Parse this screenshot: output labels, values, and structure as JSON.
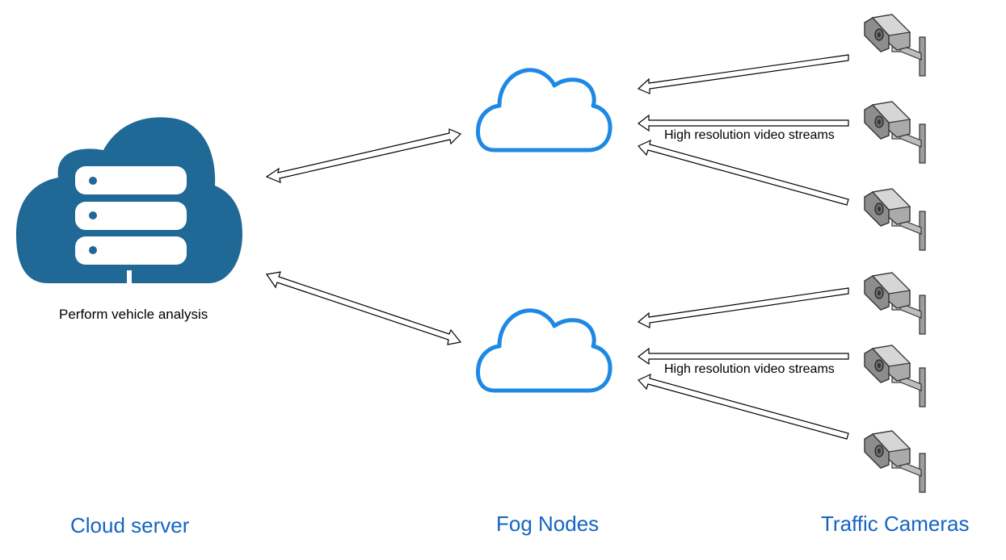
{
  "colors": {
    "server_cloud": "#206896",
    "fog_outline": "#1E88E5",
    "label_blue": "#1565C0",
    "camera_body": "#9e9e9e"
  },
  "icons": {
    "server": "cloud-server-icon",
    "fog": "cloud-outline-icon",
    "camera": "security-camera-icon"
  },
  "annotations": {
    "server_caption": "Perform vehicle analysis",
    "streams_top": "High resolution video streams",
    "streams_bottom": "High resolution video streams"
  },
  "section_labels": {
    "cloud": "Cloud server",
    "fog": "Fog Nodes",
    "cameras": "Traffic Cameras"
  }
}
